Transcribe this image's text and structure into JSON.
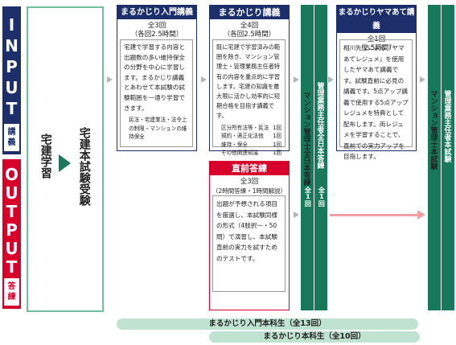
{
  "phase_labels": {
    "input": [
      "I",
      "N",
      "P",
      "U",
      "T"
    ],
    "input_sub": [
      "講",
      "義"
    ],
    "output": [
      "O",
      "U",
      "T",
      "P",
      "U",
      "T"
    ],
    "output_sub": [
      "答",
      "練"
    ]
  },
  "start": {
    "left_label": "宅建学習",
    "right_label": "宅建本試験受験"
  },
  "nyumon": {
    "title": "まるかじり入門講義",
    "count": "全3回",
    "time": "（各回2.5時間）",
    "text": "宅建で学習する内容と出題数の多い維持保全の分野を中心に学習します。まるかじり講義とあわせて本試験の試験範囲を一通り学習できます。",
    "note": "民法・宅建業法・法令上の制限・マンションの維持保全"
  },
  "honka": {
    "title": "まるかじり講義",
    "count": "全4回",
    "time": "（各回2.5時間）",
    "text": "既に宅建で学習済みの範囲を除き、マンション管理士・管理業務主任者特有の内容を重点的に学習します。宅建の知識を最大限に活かし効率的に短期合格を目指す講義です。",
    "table": [
      {
        "subject": "区分所有法等・民法",
        "count": "1回"
      },
      {
        "subject": "規約・適正化法他",
        "count": "1回"
      },
      {
        "subject": "維持・保全",
        "count": "1回"
      },
      {
        "subject": "その他関連知識",
        "count": "1回"
      }
    ]
  },
  "chokuzen": {
    "title": "直前答練",
    "count": "全3回",
    "time": "（2時間答練・1時間解説）",
    "text": "出題が予想される項目を厳選し、本試験同様の形式（4肢択一・50問）で演習し、本試験直前の実力を試すためのテストです。"
  },
  "zenkoku_mankan": {
    "title": "マンション管理士全日本答練",
    "count": "全1回"
  },
  "zenkoku_kangyo": {
    "title": "管理業務主任者全日本答練",
    "count": "全1回"
  },
  "yamaate": {
    "title": "まるかじりヤマあて講義",
    "count": "全1回",
    "time": "（2.5時間）",
    "text": "相川先生による『ヤマあてレジュメ』を使用したヤマあて講義です。試験直前に必見の講義です。5点アップ講義で使用する5点アップレジュメを特典として配布します。両レジュメを学習することで、直前での実力アップを目指します。"
  },
  "exam_mankan": {
    "title": "マンション管理士本試験"
  },
  "exam_kangyo": {
    "title": "管理業務主任者本試験"
  },
  "courses": {
    "nyumon_course": "まるかじり入門本科生（全13回）",
    "honka_course": "まるかじり本科生（全10回）"
  },
  "colors": {
    "input_navy": "#1c2f6b",
    "output_red": "#d6002a",
    "green": "#17795a",
    "course_bar": "#bfe3d0",
    "arrow_gray": "#b4b4b4",
    "arrow_pink": "#f0a0a4"
  }
}
